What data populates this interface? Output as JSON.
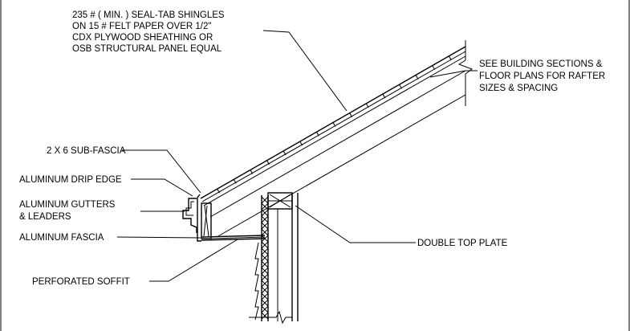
{
  "labels": {
    "shingles": [
      "235 # ( MIN. ) SEAL-TAB SHINGLES",
      "ON 15 # FELT PAPER OVER 1/2\"",
      "CDX PLYWOOD SHEATHING OR",
      "OSB STRUCTURAL PANEL EQUAL"
    ],
    "see_sections": [
      "SEE BUILDING SECTIONS &",
      "FLOOR PLANS FOR RAFTER",
      "SIZES & SPACING"
    ],
    "sub_fascia": "2 X 6 SUB-FASCIA",
    "drip_edge": "ALUMINUM DRIP EDGE",
    "gutters": [
      "ALUMINUM GUTTERS",
      "& LEADERS"
    ],
    "fascia": "ALUMINUM FASCIA",
    "soffit": "PERFORATED SOFFIT",
    "top_plate": "DOUBLE TOP PLATE"
  }
}
